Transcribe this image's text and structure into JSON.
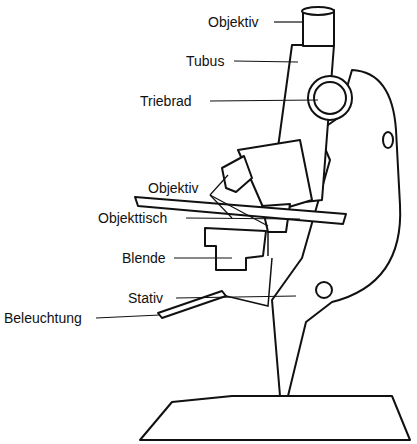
{
  "diagram": {
    "labels": [
      "Objektiv",
      "Tubus",
      "Triebrad",
      "Objektiv",
      "Objekttisch",
      "Blende",
      "Stativ",
      "Beleuchtung"
    ]
  }
}
